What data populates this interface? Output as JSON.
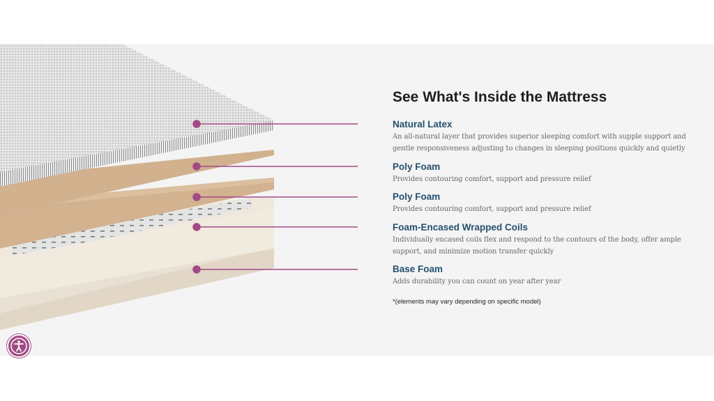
{
  "title": "See What's Inside the Mattress",
  "layers": [
    {
      "name": "Natural Latex",
      "description": "An all-natural layer that provides superior sleeping comfort with supple support and gentle responsiveness adjusting to changes in sleeping positions quickly and quietly"
    },
    {
      "name": "Poly Foam",
      "description": "Provides contouring comfort, support and pressure relief"
    },
    {
      "name": "Poly Foam",
      "description": "Provides contouring comfort, support and pressure relief"
    },
    {
      "name": "Foam-Encased Wrapped Coils",
      "description": "Individually encased coils flex and respond to the contours of the body, offer ample support, and minimize motion transfer quickly"
    },
    {
      "name": "Base Foam",
      "description": "Adds durability you can count on year after year"
    }
  ],
  "note": "*(elements may vary depending on specific model)",
  "icons": {
    "accessibility": "accessibility-icon"
  },
  "colors": {
    "accent": "#a24a86",
    "heading": "#24506e",
    "latex": "#e2e2e2",
    "poly_foam": "#d2b18f",
    "base_foam": "#e8dfd1"
  }
}
